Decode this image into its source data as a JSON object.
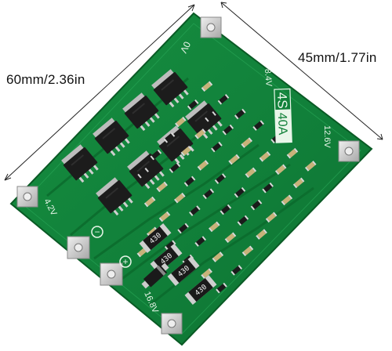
{
  "dimensions": {
    "length": "60mm/2.36in",
    "width": "45mm/1.77in"
  },
  "board": {
    "model_prefix": "4S",
    "model_suffix": "40A",
    "pad_labels": {
      "zero_volt": "0V",
      "four_two_volt": "4.2V",
      "eight_four_volt": "8.4V",
      "twelve_six_volt": "12.6V",
      "sixteen_eight_volt": "16.8V"
    },
    "terminal_signs": {
      "negative": "−",
      "positive": "+"
    },
    "resistor_code": "430"
  },
  "colors": {
    "pcb_green": "#12813a",
    "pcb_dark": "#0b6a2c",
    "silkscreen": "#e9f6ea",
    "mosfet_body": "#1c1c1c",
    "pad_silver": "#c9c9c9"
  }
}
